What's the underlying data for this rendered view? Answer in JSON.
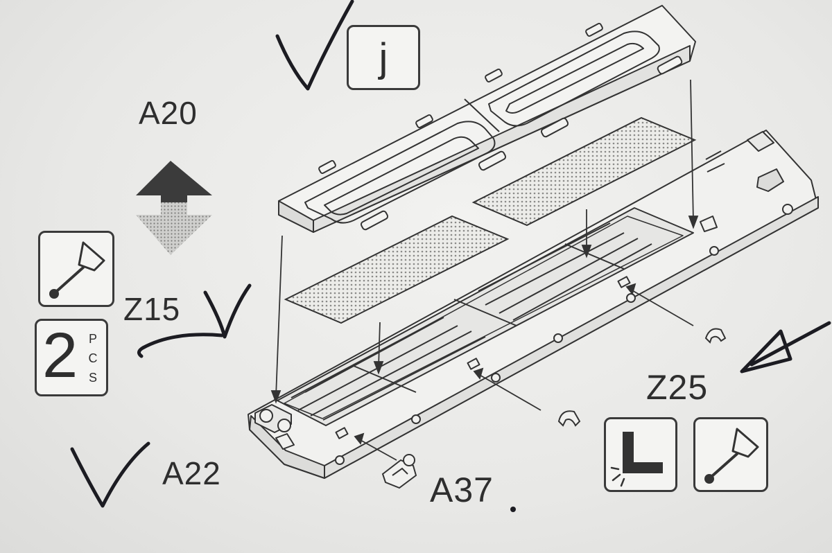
{
  "labels": {
    "a20": "A20",
    "z15": "Z15",
    "a22": "A22",
    "a37": "A37",
    "z25": "Z25",
    "instruction_j": "j",
    "pcs_count": "2",
    "pcs_unit": "PCS"
  },
  "icons": {
    "flip_arrow": "double-arrow-up-down-icon",
    "glue": "glue-bottle-icon",
    "bend": "bend-angle-icon"
  }
}
